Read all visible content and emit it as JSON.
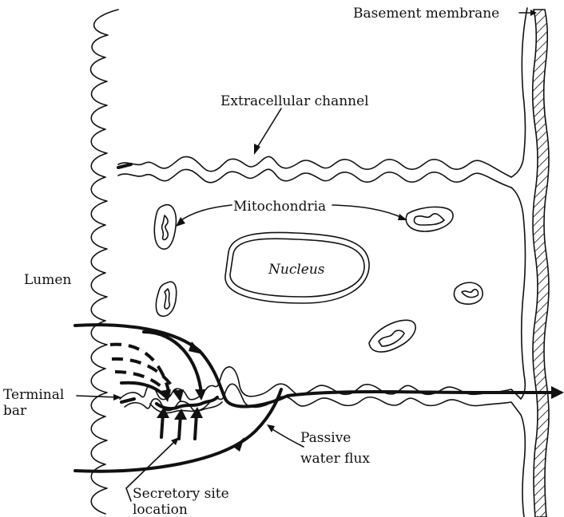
{
  "labels": {
    "basement_membrane": "Basement membrane",
    "extracellular_channel": "Extracellular channel",
    "mitochondria": "Mitochondria",
    "nucleus": "Nucleus",
    "lumen": "Lumen",
    "terminal_bar_line1": "Terminal",
    "terminal_bar_line2": "bar",
    "passive_water_flux_line1": "Passive",
    "passive_water_flux_line2": "water flux",
    "secretory_site_line1": "Secretory site",
    "secretory_site_line2": "location"
  }
}
